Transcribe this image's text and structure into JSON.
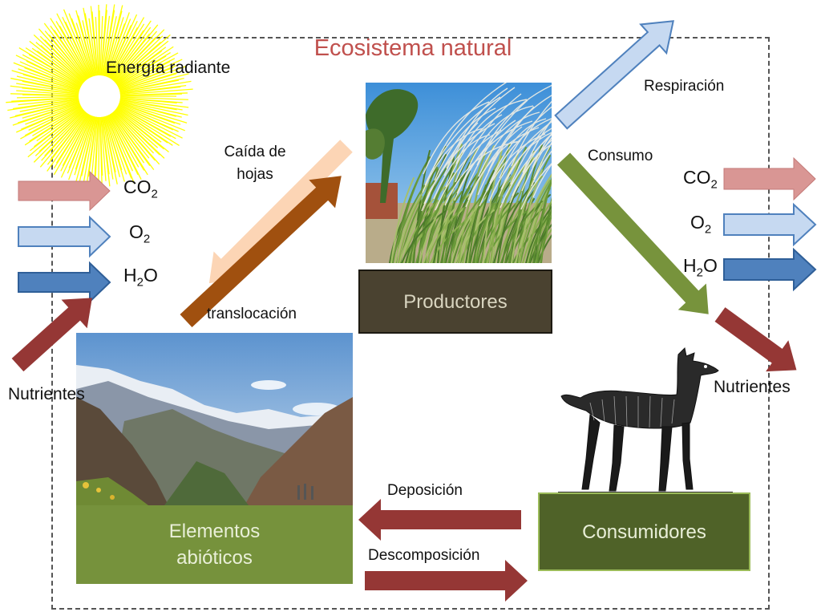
{
  "title": "Ecosistema natural",
  "labels": {
    "energia": "Energía radiante",
    "caida": [
      "Caída de",
      "hojas"
    ],
    "translocacion": "translocación",
    "respiracion": "Respiración",
    "consumo": "Consumo",
    "nutrientes_left": "Nutrientes",
    "nutrientes_right": "Nutrientes",
    "deposicion": "Deposición",
    "descomposicion": "Descomposición"
  },
  "chem_left": [
    {
      "base": "CO",
      "sub": "2"
    },
    {
      "base": "O",
      "sub": "2"
    },
    {
      "base": "H",
      "sub": "2",
      "tail": "O"
    }
  ],
  "chem_right": [
    {
      "base": "CO",
      "sub": "2"
    },
    {
      "base": "O",
      "sub": "2"
    },
    {
      "base": "H",
      "sub": "2",
      "tail": "O"
    }
  ],
  "boxes": {
    "productores": "Productores",
    "abioticos": [
      "Elementos",
      "abióticos"
    ],
    "consumidores": "Consumidores"
  },
  "colors": {
    "title": "#c0504d",
    "co2_arrow": "#d99694",
    "o2_arrow": "#c6d9f1",
    "h2o_arrow": "#4f81bd",
    "nutrient_arrow": "#953735",
    "caida_arrow": "#fcd5b5",
    "translocacion_arrow": "#a0500f",
    "consumo_arrow": "#77933c",
    "sun": "#ffff00",
    "productores_box": "#4a4230",
    "abioticos_box": "#76923c",
    "consumidores_box": "#4f6228"
  },
  "icons": [
    "sun-icon",
    "grass-photo",
    "mountain-photo",
    "vicuna-drawing"
  ]
}
